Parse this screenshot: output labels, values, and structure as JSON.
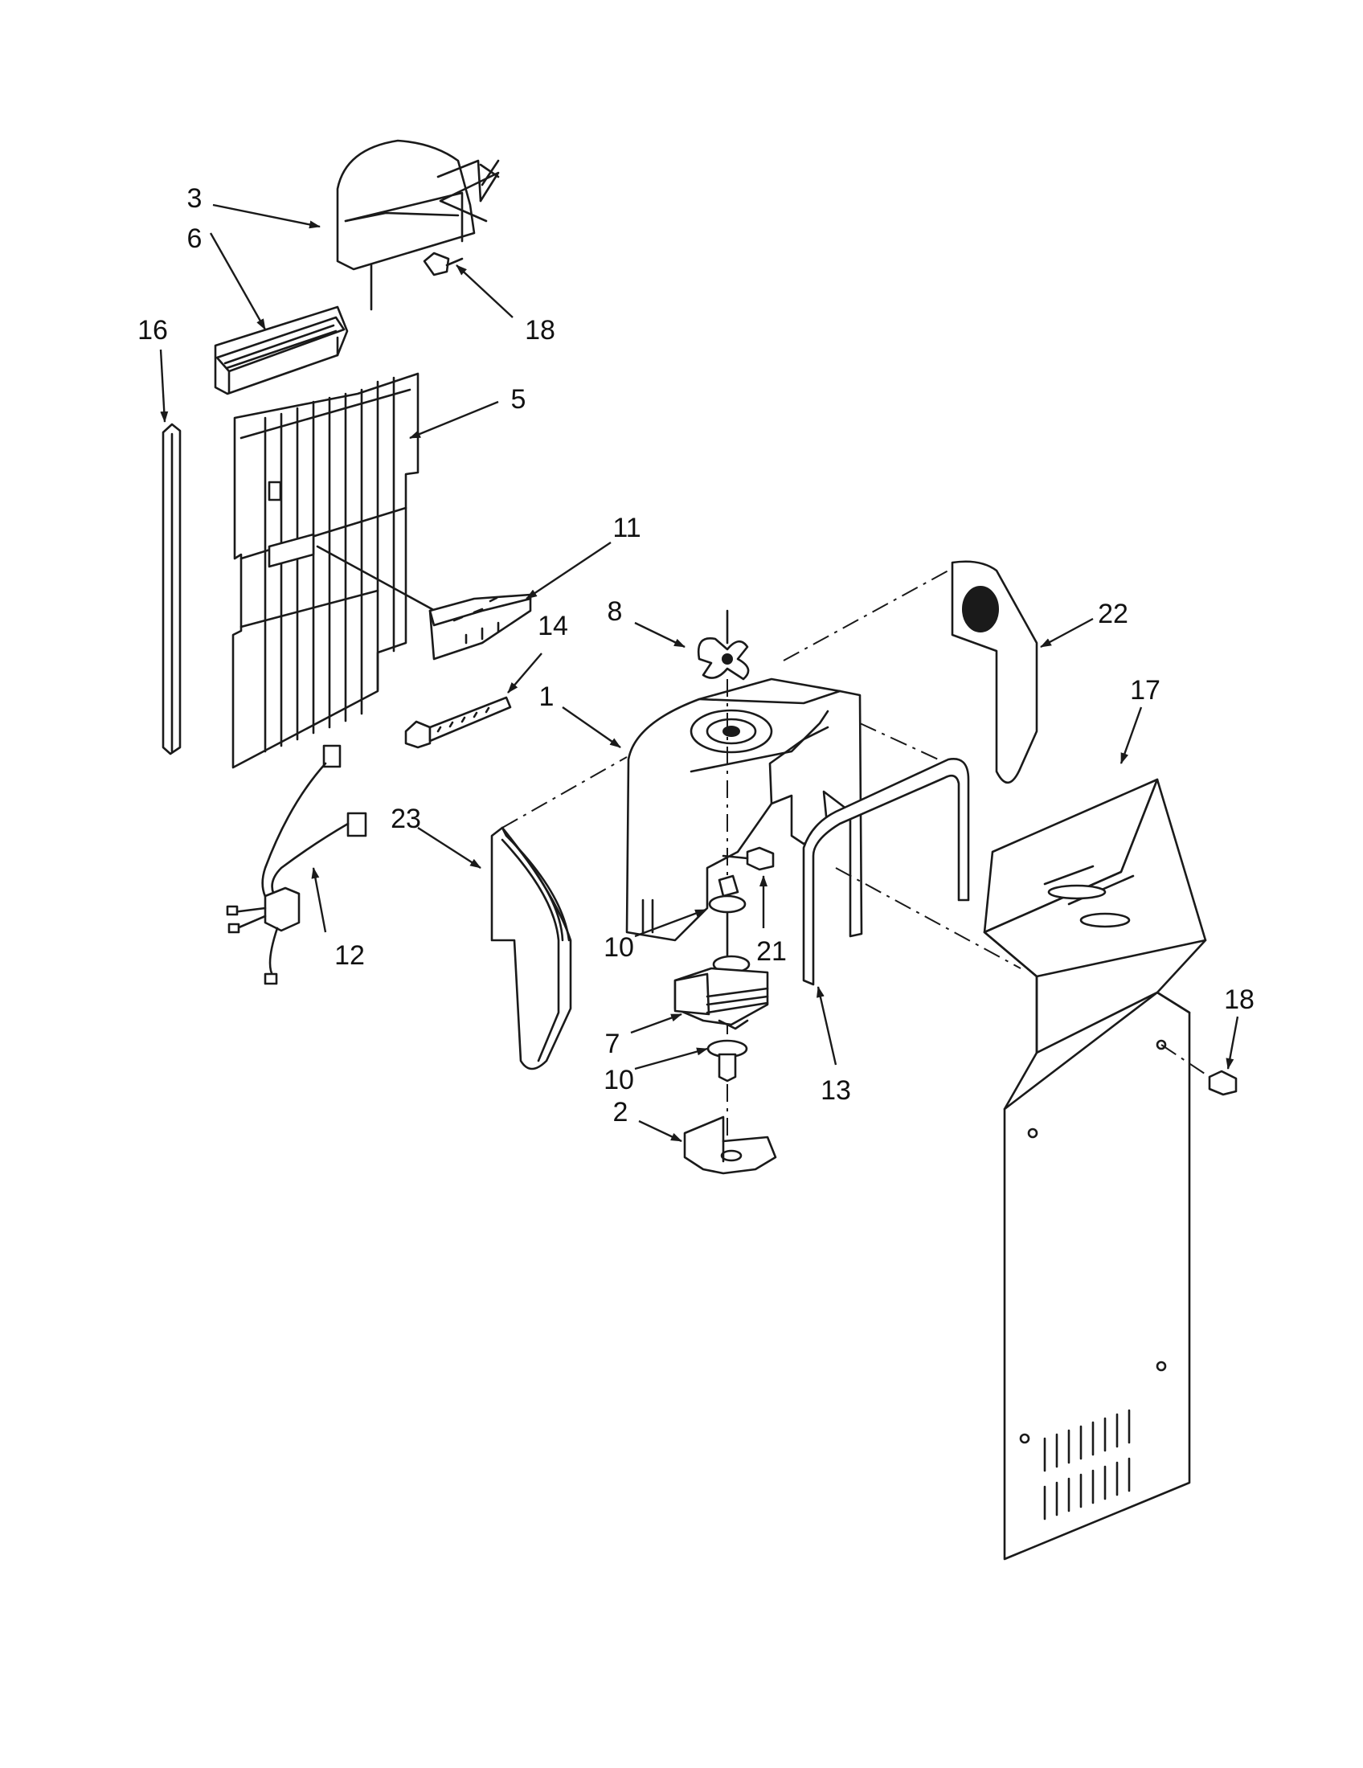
{
  "callouts": {
    "c1": "1",
    "c2": "2",
    "c3": "3",
    "c5": "5",
    "c6": "6",
    "c7": "7",
    "c8": "8",
    "c10a": "10",
    "c10b": "10",
    "c11": "11",
    "c12": "12",
    "c13": "13",
    "c14": "14",
    "c16": "16",
    "c17": "17",
    "c18a": "18",
    "c18b": "18",
    "c21": "21",
    "c22": "22",
    "c23": "23"
  },
  "colors": {
    "line": "#1a1a1a",
    "background": "#ffffff"
  }
}
